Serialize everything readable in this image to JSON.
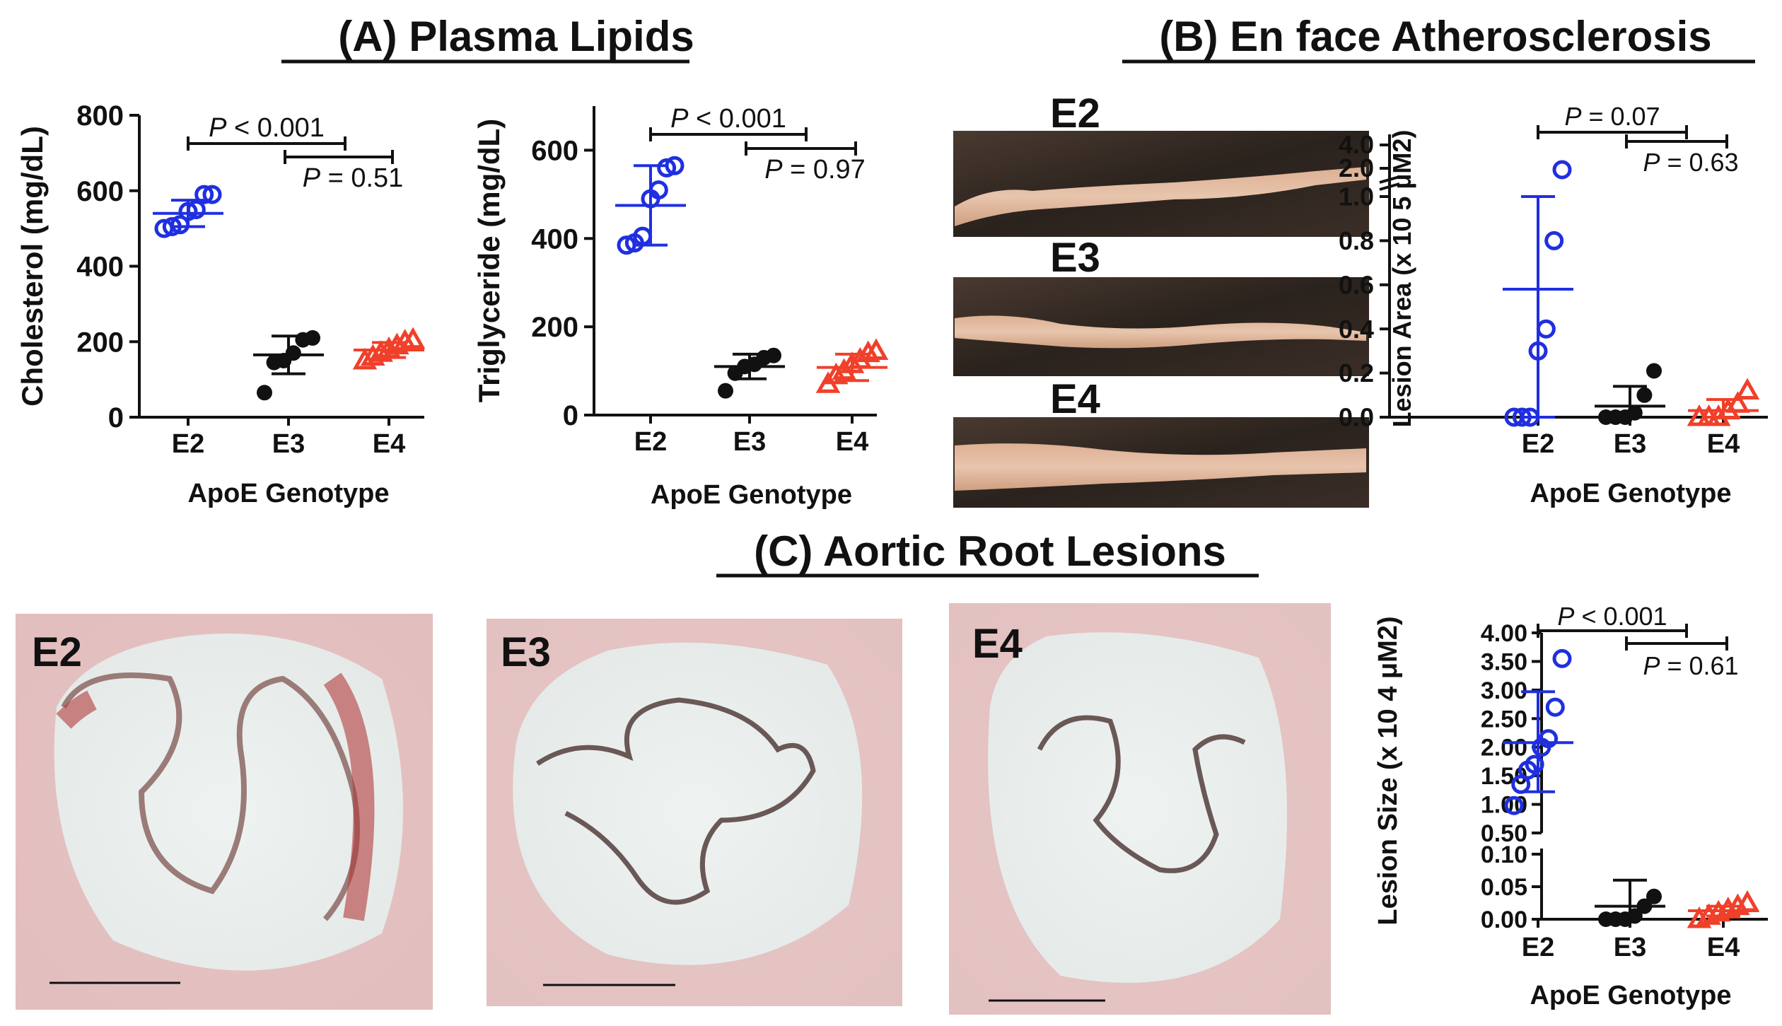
{
  "titles": {
    "a": "(A) Plasma Lipids",
    "b": "(B) En face Atherosclerosis",
    "c": "(C) Aortic Root Lesions"
  },
  "genotype_labels": [
    "E2",
    "E3",
    "E4"
  ],
  "panel_images": {
    "b": [
      "E2",
      "E3",
      "E4"
    ],
    "c": [
      "E2",
      "E3",
      "E4"
    ]
  },
  "colors": {
    "E2": "#1f2fe0",
    "E3": "#111111",
    "E4": "#f0402a"
  },
  "chart_data": [
    {
      "id": "cholesterol",
      "type": "scatter",
      "ylabel": "Cholesterol (mg/dL)",
      "xlabel": "ApoE Genotype",
      "categories": [
        "E2",
        "E3",
        "E4"
      ],
      "ylim": [
        0,
        800
      ],
      "yticks": [
        0,
        200,
        400,
        600,
        800
      ],
      "series": [
        {
          "name": "E2",
          "marker": "open-circle",
          "mean": 540,
          "sd_low": 505,
          "sd_high": 575,
          "values": [
            500,
            505,
            510,
            545,
            550,
            590,
            590
          ]
        },
        {
          "name": "E3",
          "marker": "filled-circle",
          "mean": 165,
          "sd_low": 115,
          "sd_high": 215,
          "values": [
            65,
            145,
            150,
            170,
            205,
            210
          ]
        },
        {
          "name": "E4",
          "marker": "open-triangle",
          "mean": 178,
          "sd_low": 158,
          "sd_high": 198,
          "values": [
            150,
            160,
            170,
            180,
            190,
            200,
            205
          ]
        }
      ],
      "annotations": [
        {
          "text": "P < 0.001",
          "from": 0,
          "to": 1,
          "y": 705
        },
        {
          "text": "P = 0.51",
          "from": 1,
          "to": 2,
          "y": 685
        }
      ]
    },
    {
      "id": "triglyceride",
      "type": "scatter",
      "ylabel": "Triglyceride (mg/dL)",
      "xlabel": "ApoE Genotype",
      "categories": [
        "E2",
        "E3",
        "E4"
      ],
      "ylim": [
        0,
        700
      ],
      "yticks": [
        0,
        200,
        400,
        600
      ],
      "series": [
        {
          "name": "E2",
          "marker": "open-circle",
          "mean": 475,
          "sd_low": 385,
          "sd_high": 565,
          "values": [
            385,
            390,
            405,
            490,
            510,
            560,
            565
          ]
        },
        {
          "name": "E3",
          "marker": "filled-circle",
          "mean": 110,
          "sd_low": 82,
          "sd_high": 138,
          "values": [
            55,
            95,
            110,
            115,
            130,
            135
          ]
        },
        {
          "name": "E4",
          "marker": "open-triangle",
          "mean": 108,
          "sd_low": 78,
          "sd_high": 138,
          "values": [
            70,
            90,
            100,
            115,
            125,
            140,
            145
          ]
        }
      ],
      "annotations": [
        {
          "text": "P < 0.001",
          "from": 0,
          "to": 1,
          "y": 640
        },
        {
          "text": "P = 0.97",
          "from": 1,
          "to": 2,
          "y": 620
        }
      ]
    },
    {
      "id": "enface",
      "type": "scatter",
      "ylabel": "Lesion Area (x 10 5 μM2)",
      "xlabel": "ApoE Genotype",
      "categories": [
        "E2",
        "E3",
        "E4"
      ],
      "ylim": [
        0,
        1.0
      ],
      "yticks": [
        0.0,
        0.2,
        0.4,
        0.6,
        0.8,
        1.0
      ],
      "broken_upper_ticks": [
        "2.0",
        "4.0"
      ],
      "series": [
        {
          "name": "E2",
          "marker": "open-circle",
          "mean": 0.58,
          "sd_low": 0,
          "sd_high": 1.0,
          "values": [
            0,
            0,
            0,
            0.3,
            0.4,
            0.8,
            1.12
          ]
        },
        {
          "name": "E3",
          "marker": "filled-circle",
          "mean": 0.05,
          "sd_low": 0,
          "sd_high": 0.14,
          "values": [
            0,
            0,
            0,
            0.02,
            0.1,
            0.21
          ]
        },
        {
          "name": "E4",
          "marker": "open-triangle",
          "mean": 0.03,
          "sd_low": 0,
          "sd_high": 0.08,
          "values": [
            0,
            0,
            0,
            0.03,
            0.06,
            0.12
          ]
        }
      ],
      "annotations": [
        {
          "text": "P = 0.07",
          "from": 0,
          "to": 1
        },
        {
          "text": "P = 0.63",
          "from": 1,
          "to": 2
        }
      ]
    },
    {
      "id": "aortic-root",
      "type": "scatter",
      "ylabel": "Lesion Size (x 10 4 μM2)",
      "xlabel": "ApoE Genotype",
      "categories": [
        "E2",
        "E3",
        "E4"
      ],
      "yticks_upper": [
        "0.50",
        "1.00",
        "1.50",
        "2.00",
        "2.50",
        "3.00",
        "3.50",
        "4.00"
      ],
      "yticks_lower": [
        "0.00",
        "0.05",
        "0.10"
      ],
      "series": [
        {
          "name": "E2",
          "marker": "open-circle",
          "mean": 2.08,
          "sd_low": 1.22,
          "sd_high": 2.97,
          "values": [
            0.98,
            1.35,
            1.6,
            1.7,
            2.0,
            2.15,
            2.7,
            3.55
          ]
        },
        {
          "name": "E3",
          "marker": "filled-circle",
          "mean": 0.02,
          "sd_low": 0,
          "sd_high": 0.06,
          "values": [
            0,
            0,
            0,
            0.005,
            0.02,
            0.035
          ]
        },
        {
          "name": "E4",
          "marker": "open-triangle",
          "mean": 0.013,
          "sd_low": 0.005,
          "sd_high": 0.02,
          "values": [
            0,
            0.005,
            0.01,
            0.015,
            0.02,
            0.025
          ]
        }
      ],
      "annotations": [
        {
          "text": "P < 0.001",
          "from": 0,
          "to": 1
        },
        {
          "text": "P = 0.61",
          "from": 1,
          "to": 2
        }
      ]
    }
  ]
}
